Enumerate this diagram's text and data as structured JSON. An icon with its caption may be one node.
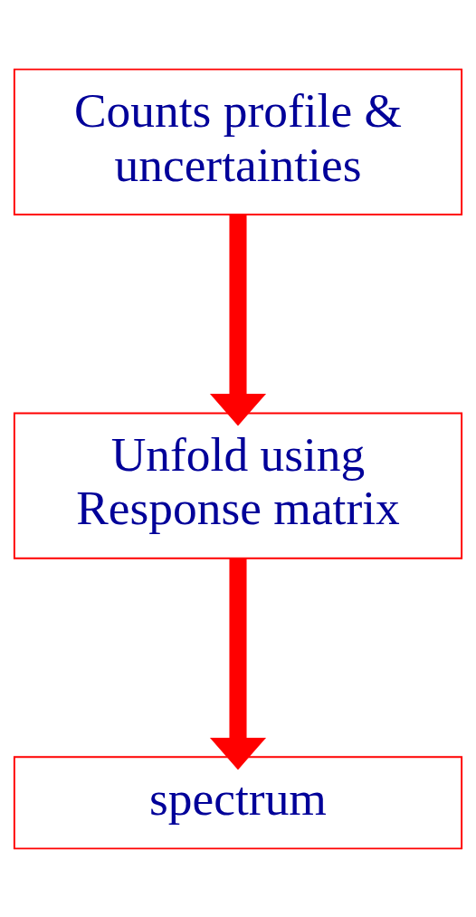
{
  "diagram": {
    "nodes": [
      {
        "text": [
          "Counts profile & uncertainties"
        ]
      },
      {
        "text": [
          "Unfold using Response matrix"
        ]
      },
      {
        "text": [
          "spectrum"
        ]
      }
    ],
    "edges": [
      {
        "from": 0,
        "to": 1,
        "arrow": "to"
      },
      {
        "from": 1,
        "to": 2,
        "arrow": "to"
      }
    ]
  }
}
